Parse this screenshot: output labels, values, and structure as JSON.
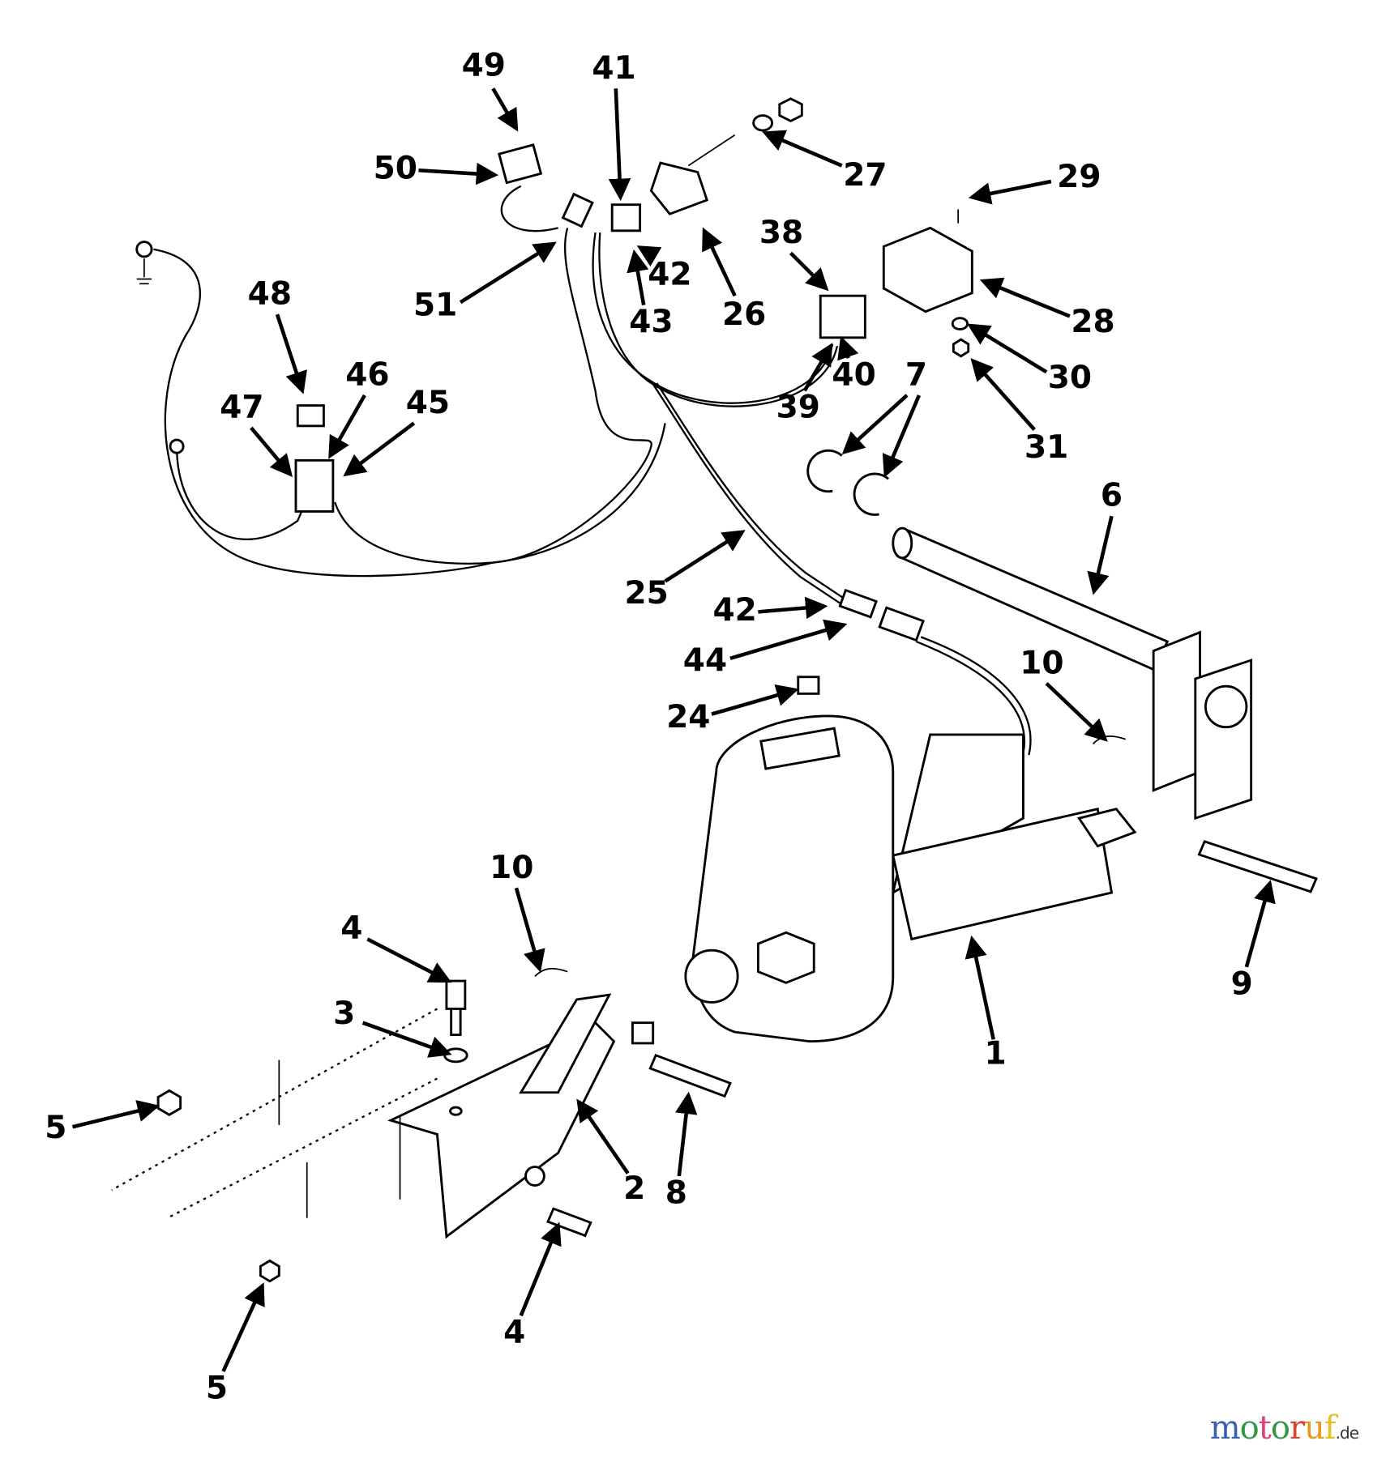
{
  "diagram": {
    "callouts": [
      "49",
      "50",
      "41",
      "27",
      "29",
      "26",
      "42",
      "43",
      "38",
      "28",
      "51",
      "48",
      "46",
      "45",
      "47",
      "40",
      "39",
      "30",
      "31",
      "7",
      "6",
      "25",
      "42",
      "44",
      "24",
      "10",
      "10",
      "4",
      "3",
      "5",
      "2",
      "8",
      "1",
      "9",
      "4",
      "5"
    ]
  },
  "logo": {
    "name": "motoruf",
    "suffix": ".de",
    "colors": [
      "#3b5fb0",
      "#2e9a47",
      "#e0407a",
      "#2e9a47",
      "#d8452a",
      "#e39a1f",
      "#e3c21f"
    ]
  }
}
